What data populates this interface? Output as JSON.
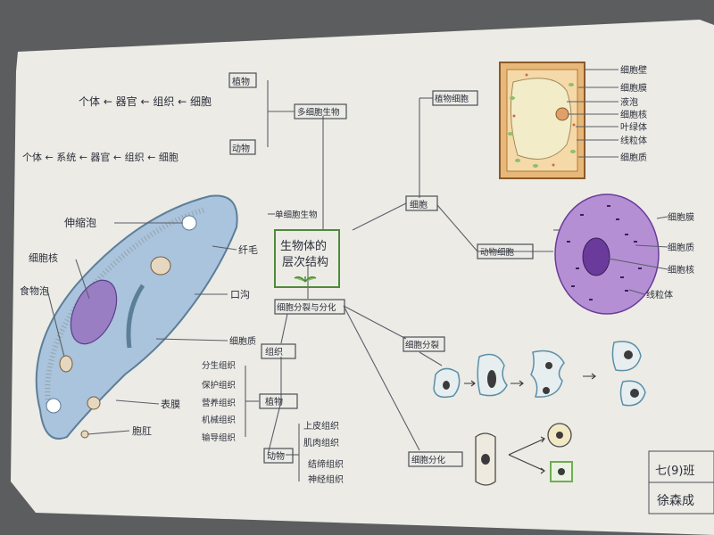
{
  "center": {
    "line1": "生物体的",
    "line2": "层次结构"
  },
  "multicellular": "多细胞生物",
  "unicellular": "单细胞生物",
  "cell": "细胞",
  "plant": {
    "label": "植物",
    "chain": "个体 ← 器官 ← 组织 ← 细胞"
  },
  "animal": {
    "label": "动物",
    "chain": "个体 ← 系统 ← 器官 ← 组织 ← 细胞"
  },
  "plant_cell": {
    "title": "植物细胞",
    "labels": [
      "细胞壁",
      "细胞膜",
      "液泡",
      "细胞核",
      "叶绿体",
      "线粒体",
      "细胞质"
    ]
  },
  "animal_cell": {
    "title": "动物细胞",
    "labels": [
      "细胞膜",
      "细胞质",
      "细胞核",
      "线粒体"
    ]
  },
  "division_diff": "细胞分裂与分化",
  "division": "细胞分裂",
  "differentiation": "细胞分化",
  "tissue": "组织",
  "plant_tissue": {
    "label": "植物",
    "items": [
      "分生组织",
      "保护组织",
      "营养组织",
      "机械组织",
      "输导组织"
    ]
  },
  "animal_tissue": {
    "label": "动物",
    "items": [
      "上皮组织",
      "肌肉组织",
      "结缔组织",
      "神经组织"
    ]
  },
  "paramecium": {
    "labels": [
      "伸缩泡",
      "细胞核",
      "食物泡",
      "纤毛",
      "口沟",
      "细胞质",
      "表膜",
      "胞肛"
    ]
  },
  "signature": {
    "line1": "七(9)班",
    "line2": "徐森成"
  },
  "colors": {
    "paper": "#ecebe6",
    "plant_cell": "#e8b87a",
    "cytoplasm": "#f3ecc9",
    "animal_cell": "#a77ec9",
    "nucleus": "#6a3b9a",
    "paramecium": "#a9c4dc",
    "green": "#6fae4f"
  }
}
